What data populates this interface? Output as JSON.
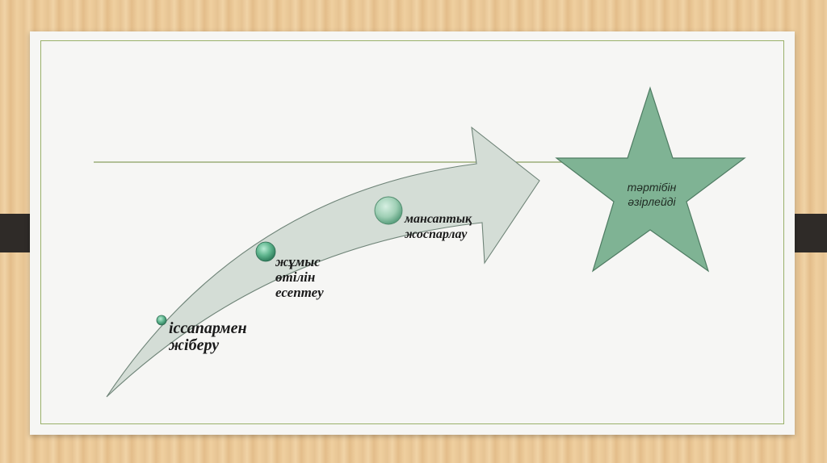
{
  "diagram": {
    "steps": [
      {
        "label_line1": "іссапармен",
        "label_line2": "жіберу"
      },
      {
        "label_line1": "жұмыс",
        "label_line2": "өтілін",
        "label_line3": "есептеу"
      },
      {
        "label_line1": "мансаптық",
        "label_line2": "жоспарлау"
      }
    ],
    "goal": {
      "label_line1": "тәртібін",
      "label_line2": "әзірлейді"
    }
  },
  "colors": {
    "arrow_fill": "#d4ddd6",
    "star_fill": "#7fb394",
    "frame_line": "#9ab16a",
    "dot": "#3e9a72"
  }
}
